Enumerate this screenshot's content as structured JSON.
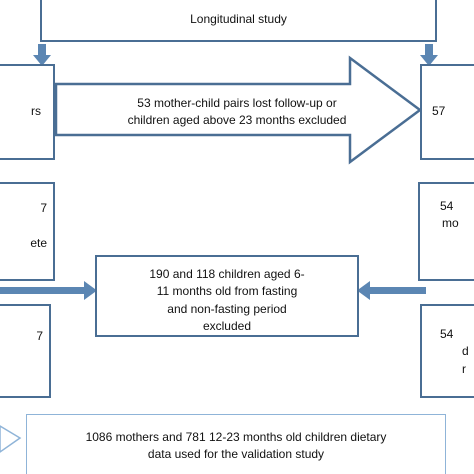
{
  "top": {
    "title": "Longitudinal study"
  },
  "left_column": [
    {
      "fragments": [
        "rs"
      ]
    },
    {
      "fragments": [
        "7",
        "",
        "ete"
      ]
    },
    {
      "fragments": [
        "7",
        "",
        ""
      ]
    }
  ],
  "right_column": [
    {
      "fragments": [
        "57"
      ]
    },
    {
      "fragments": [
        "54",
        "mo"
      ]
    },
    {
      "fragments": [
        "54",
        "d",
        "r"
      ]
    }
  ],
  "loss_arrow": {
    "lines": [
      "53 mother-child pairs lost follow-up or",
      "children aged above 23 months excluded"
    ]
  },
  "exclusion_box": {
    "lines": [
      "190 and 118 children aged 6-",
      "11 months old from fasting",
      "and non-fasting period",
      "excluded"
    ]
  },
  "final_box": {
    "lines": [
      "1086 mothers and 781 12-23 months old children dietary",
      "data used for the validation study"
    ]
  },
  "colors": {
    "border": "#4a6e94",
    "arrow_fill": "#5b86b3",
    "final_border": "#8fb4d8"
  }
}
